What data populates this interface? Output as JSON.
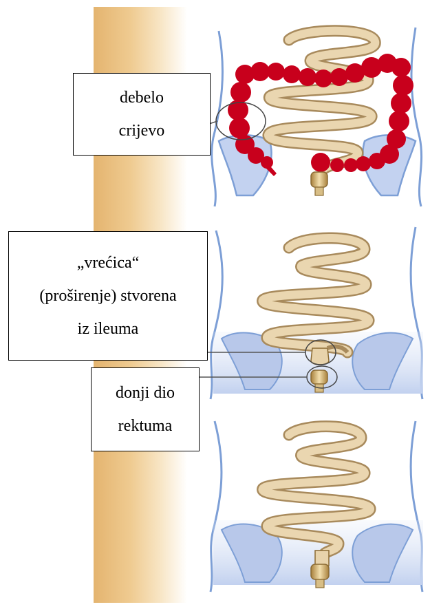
{
  "colors": {
    "band": "#e8bb78",
    "bone": "#b8c8ea",
    "body_outline": "#7d9fd6",
    "intestine_fill": "#e8d3ab",
    "intestine_stroke": "#a88a5c",
    "colon": "#c8001c",
    "pointer_line": "#555555"
  },
  "panels": [
    {
      "name": "colon-intact",
      "label": {
        "lines": [
          "debelo",
          "crijevo"
        ]
      }
    },
    {
      "name": "pouch-created",
      "labels": [
        {
          "lines": [
            "„vrećica“",
            "(proširenje) stvorena",
            "iz ileuma"
          ]
        },
        {
          "lines": [
            "donji dio",
            "rektuma"
          ]
        }
      ]
    },
    {
      "name": "pouch-joined"
    }
  ]
}
